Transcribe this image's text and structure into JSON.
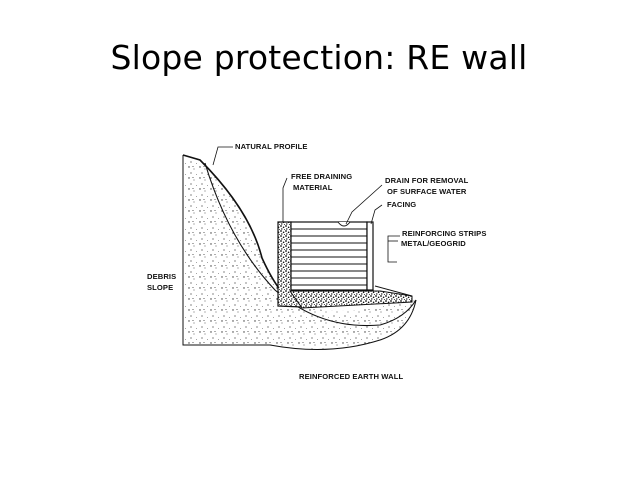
{
  "slide": {
    "title": "Slope protection: RE wall"
  },
  "diagram": {
    "labels": {
      "natural_profile": "NATURAL PROFILE",
      "free_draining_1": "FREE DRAINING",
      "free_draining_2": "MATERIAL",
      "drain_1": "DRAIN FOR REMOVAL",
      "drain_2": "OF SURFACE WATER",
      "facing": "FACING",
      "reinforcing_1": "REINFORCING STRIPS",
      "reinforcing_2": "METAL/GEOGRID",
      "debris_1": "DEBRIS",
      "debris_2": "SLOPE",
      "caption": "REINFORCED EARTH WALL"
    }
  }
}
